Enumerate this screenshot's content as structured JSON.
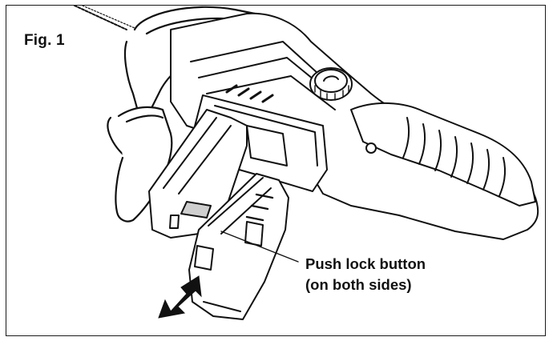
{
  "figure": {
    "label": "Fig. 1",
    "callout_line1": "Push lock button",
    "callout_line2": "(on both sides)"
  },
  "colors": {
    "ink": "#111111",
    "fill": "#ffffff",
    "shade": "#cfcfcf"
  },
  "icons": {
    "main": "chainsaw-battery-removal-illustration",
    "direction": "removal-arrow-icon"
  }
}
